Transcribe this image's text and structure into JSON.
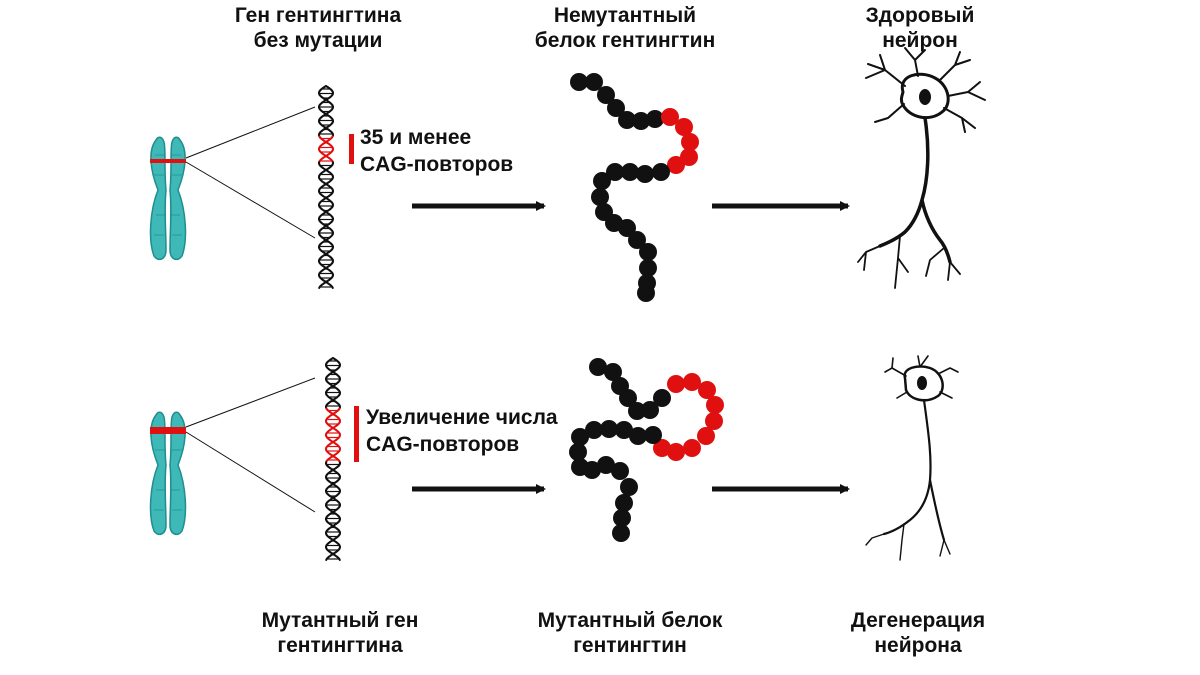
{
  "labels": {
    "normal_gene": [
      "Ген гентингтина",
      "без мутации"
    ],
    "normal_protein": [
      "Немутантный",
      "белок гентингтин"
    ],
    "healthy_neuron": [
      "Здоровый",
      "нейрон"
    ],
    "normal_repeats": [
      "35 и менее",
      "CAG-повторов"
    ],
    "mutant_repeats": [
      "Увеличение числа",
      "CAG-повторов"
    ],
    "mutant_gene": [
      "Мутантный ген",
      "гентингтина"
    ],
    "mutant_protein": [
      "Мутантный белок",
      "гентингтин"
    ],
    "degenerating_neuron": [
      "Дегенерация",
      "нейрона"
    ]
  },
  "colors": {
    "chromosome": "#3fb8b8",
    "chromosome_dark": "#1f8e8e",
    "highlight": "#e01010",
    "ink": "#111111"
  }
}
